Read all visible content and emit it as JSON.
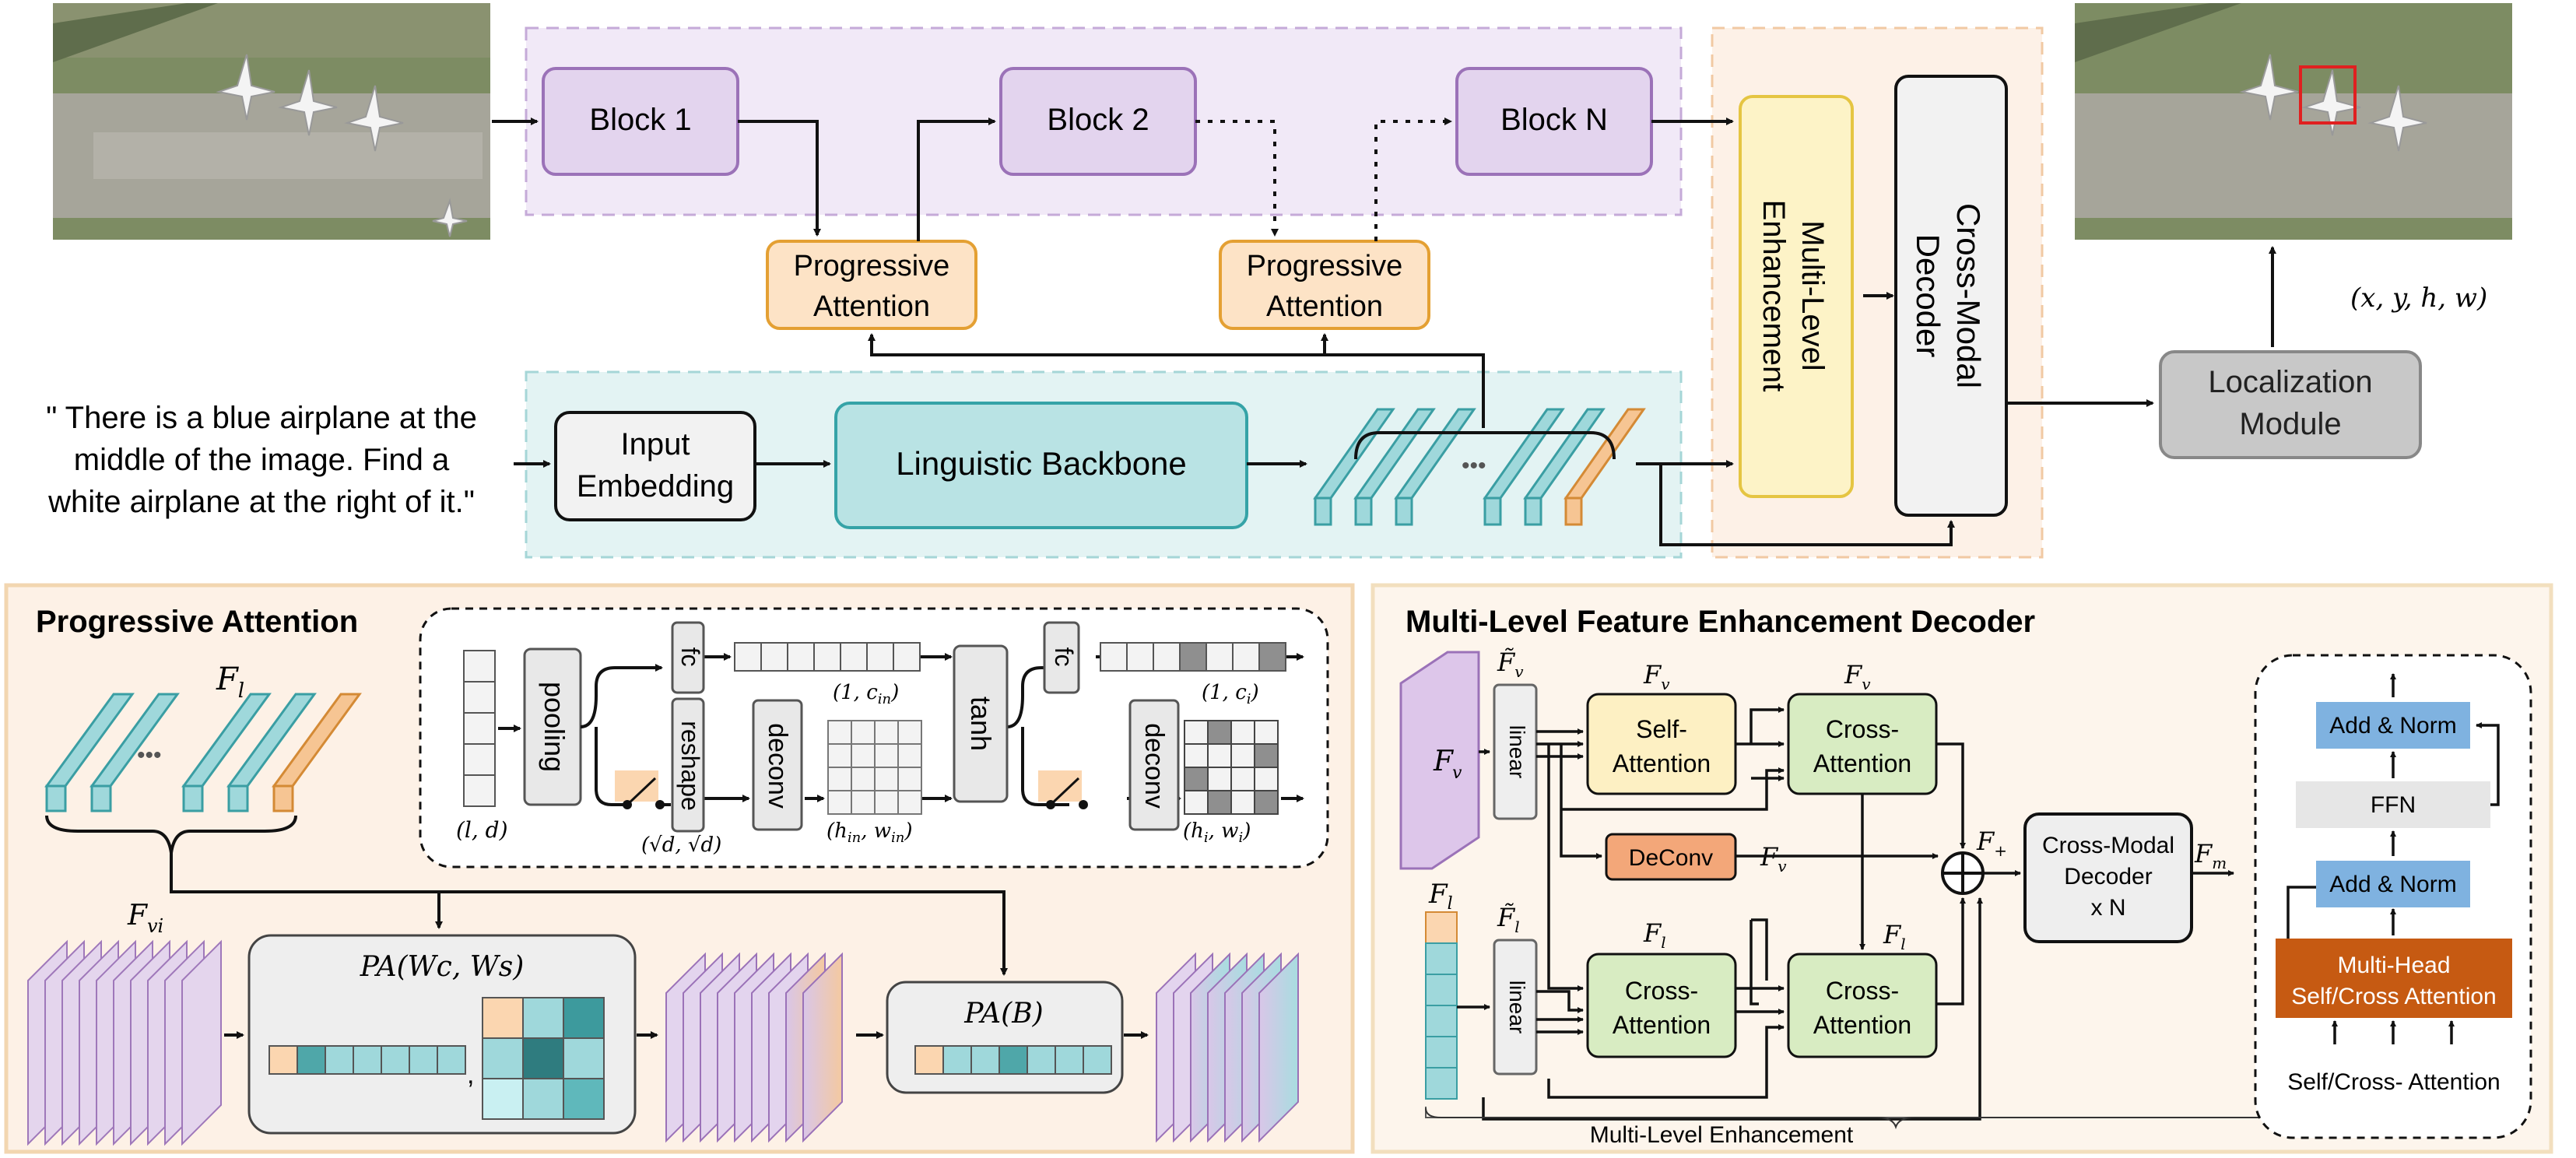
{
  "top": {
    "blocks": [
      "Block 1",
      "Block 2",
      "Block N"
    ],
    "progressive_attention": [
      "Progressive",
      "Attention"
    ],
    "multi_level_enhancement": [
      "Multi-Level",
      "Enhancement"
    ],
    "cross_modal_decoder": [
      "Cross-Modal",
      "Decoder"
    ],
    "localization_module": [
      "Localization",
      "Module"
    ],
    "output_coords": "(x, y, h, w)",
    "query_text": [
      "\" There is a blue airplane at the",
      "middle of the image. Find a",
      "white airplane at the right of it.\""
    ],
    "input_embedding": [
      "Input",
      "Embedding"
    ],
    "linguistic_backbone": "Linguistic Backbone",
    "ellipsis": "•••"
  },
  "progressive_attention_panel": {
    "title": "Progressive Attention",
    "f_l": "F",
    "f_l_sub": "l",
    "f_vi": "F",
    "f_vi_sub": "vi",
    "pooling": "pooling",
    "fc": "fc",
    "reshape": "reshape",
    "deconv": "deconv",
    "tanh": "tanh",
    "dims": {
      "ld": "(l, d)",
      "sqrt_d": "(√d, √d)",
      "c_in": "(1, c",
      "c_in_sub": "in",
      "c_i": "(1, c",
      "c_i_sub": "i",
      "hw_in": "(h",
      "hw_in_mid": "in",
      "hw_in_end": ", w",
      "hw_i": "(h",
      "hw_i_mid": "i",
      "hw_i_end": ", w"
    },
    "pa_wc_ws": "PA(W",
    "pa_wc_ws_full": "PA(Wc, Ws)",
    "pa_b": "PA(B)",
    "comma": ","
  },
  "mlfe_panel": {
    "title": "Multi-Level Feature Enhancement Decoder",
    "f_v": "F",
    "f_v_sub": "v",
    "linear": "linear",
    "self_attention": [
      "Self-",
      "Attention"
    ],
    "cross_attention": [
      "Cross-",
      "Attention"
    ],
    "deconv": "DeConv",
    "cross_modal_decoder": [
      "Cross-Modal",
      "Decoder",
      "x N"
    ],
    "multi_level_enhancement": "Multi-Level Enhancement",
    "labels": {
      "fv_tilde": "F̃",
      "fv_s": "F",
      "fv_c": "F",
      "fv_dwc": "F",
      "fl": "F",
      "fl_tilde": "F̃",
      "fl_c1": "F",
      "fl_c2": "F",
      "f_plus": "F",
      "f_m": "F"
    }
  },
  "transformer": {
    "add_norm": "Add & Norm",
    "ffn": "FFN",
    "multi_head": [
      "Multi-Head",
      "Self/Cross Attention"
    ],
    "caption": "Self/Cross- Attention"
  },
  "colors": {
    "purple_fill": "#e3d4ee",
    "purple_stroke": "#9b72b8",
    "orange_fill": "#fde3c6",
    "orange_stroke": "#e4a033",
    "teal_fill": "#b9e3e4",
    "teal_stroke": "#35a3a7",
    "yellow_fill": "#fdf3c7",
    "yellow_stroke": "#e5c542",
    "gray_fill": "#c8c8c8",
    "green_fill": "#d8ecc2",
    "green_stroke": "#88b060",
    "blue_fill": "#7fb2e0",
    "rust_fill": "#c65a12",
    "panel_bg": "#fdf5ec"
  }
}
